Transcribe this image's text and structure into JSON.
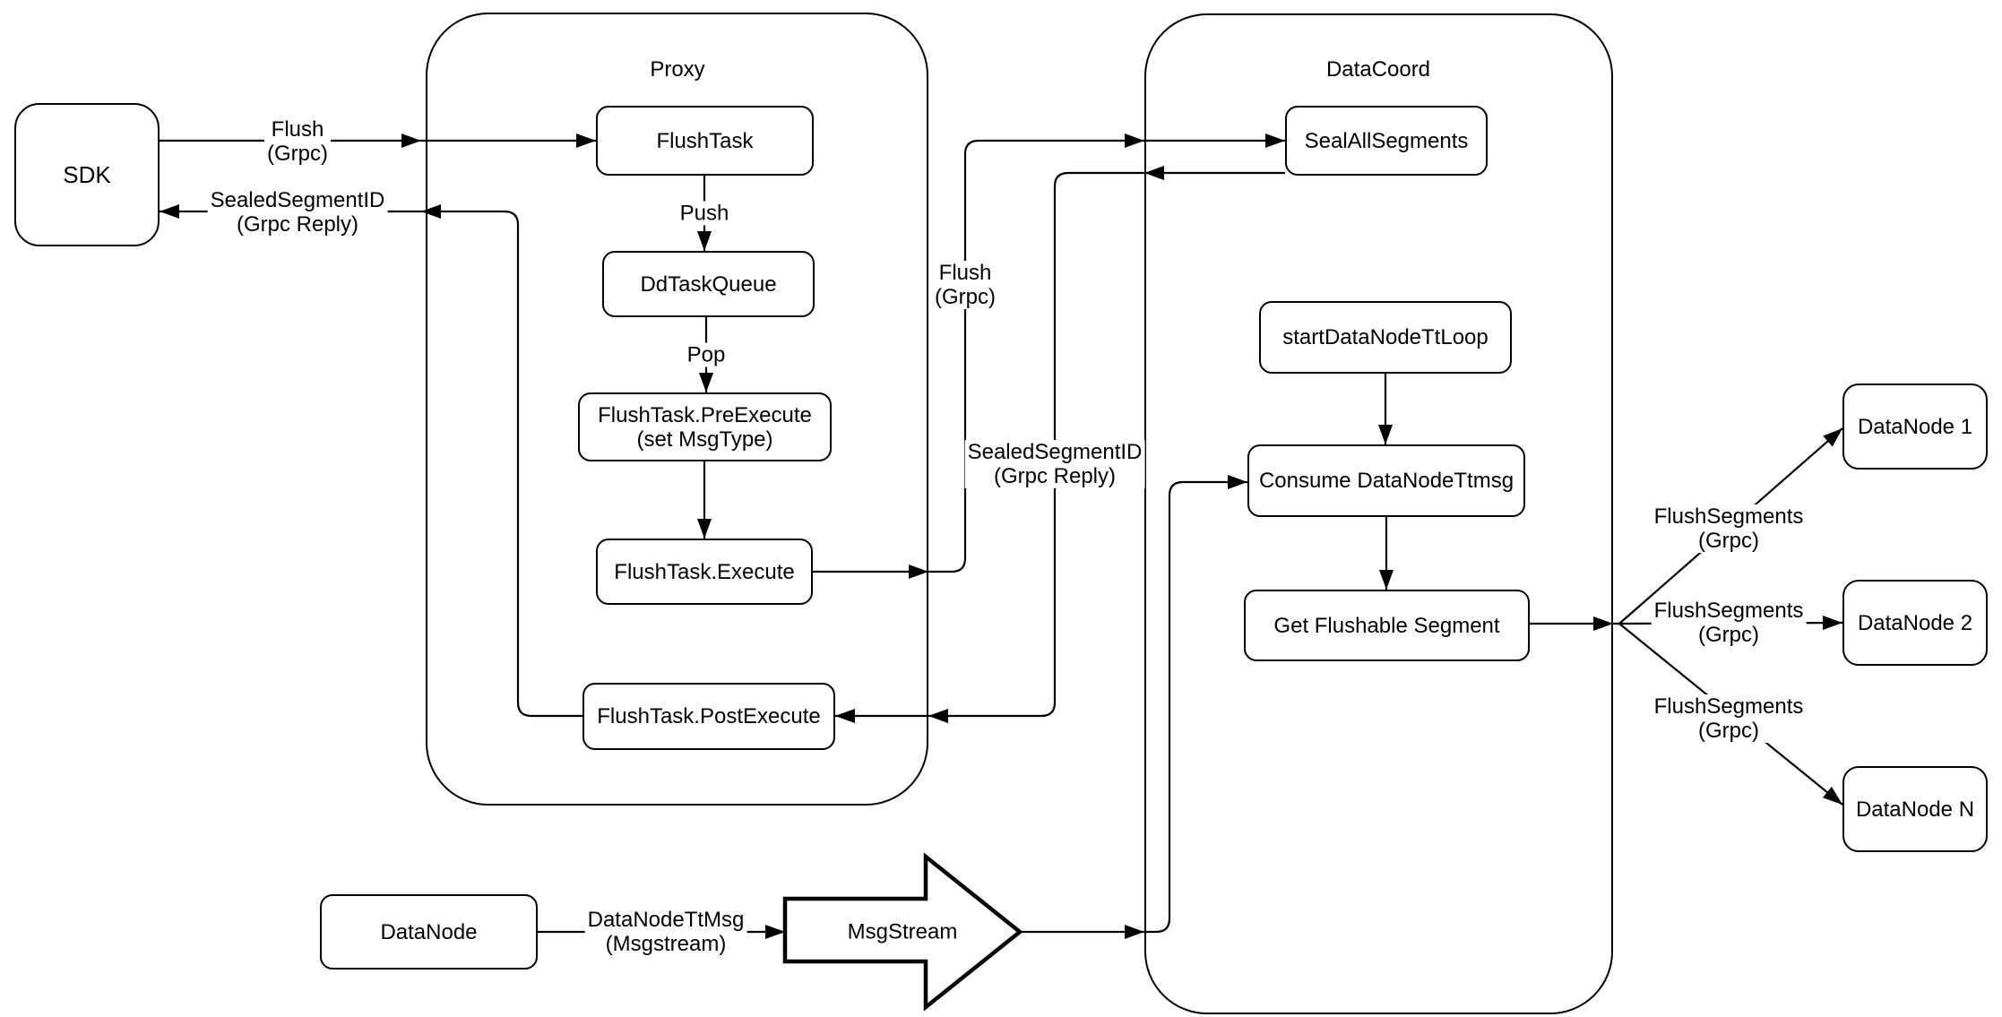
{
  "colors": {
    "stroke": "#000000",
    "node_fill": "#ffffff",
    "background": "#ffffff",
    "text": "#000000"
  },
  "containers": {
    "proxy": {
      "title": "Proxy"
    },
    "datacoord": {
      "title": "DataCoord"
    }
  },
  "nodes": {
    "sdk": {
      "label": "SDK"
    },
    "flush_task": {
      "label": "FlushTask"
    },
    "dd_task_queue": {
      "label": "DdTaskQueue"
    },
    "flushtask_preexecute": {
      "line1": "FlushTask.PreExecute",
      "line2": "(set MsgType)"
    },
    "flushtask_execute": {
      "label": "FlushTask.Execute"
    },
    "flushtask_postexecute": {
      "label": "FlushTask.PostExecute"
    },
    "seal_all_segments": {
      "label": "SealAllSegments"
    },
    "start_datanode_tt_loop": {
      "label": "startDataNodeTtLoop"
    },
    "consume_datanode_ttmsg": {
      "label": "Consume DataNodeTtmsg"
    },
    "get_flushable_segment": {
      "label": "Get Flushable Segment"
    },
    "datanode_1": {
      "label": "DataNode 1"
    },
    "datanode_2": {
      "label": "DataNode 2"
    },
    "datanode_n": {
      "label": "DataNode N"
    },
    "datanode": {
      "label": "DataNode"
    },
    "msgstream": {
      "label": "MsgStream"
    }
  },
  "edge_labels": {
    "flush_grpc_sdk": {
      "line1": "Flush",
      "line2": "(Grpc)"
    },
    "sealed_segment_id_sdk": {
      "line1": "SealedSegmentID",
      "line2": "(Grpc Reply)"
    },
    "push": {
      "label": "Push"
    },
    "pop": {
      "label": "Pop"
    },
    "flush_grpc_datacoord": {
      "line1": "Flush",
      "line2": "(Grpc)"
    },
    "sealed_segment_id_datacoord": {
      "line1": "SealedSegmentID",
      "line2": "(Grpc Reply)"
    },
    "flush_segments_1": {
      "line1": "FlushSegments",
      "line2": "(Grpc)"
    },
    "flush_segments_2": {
      "line1": "FlushSegments",
      "line2": "(Grpc)"
    },
    "flush_segments_3": {
      "line1": "FlushSegments",
      "line2": "(Grpc)"
    },
    "datanode_tt_msg": {
      "line1": "DataNodeTtMsg",
      "line2": "(Msgstream)"
    }
  }
}
